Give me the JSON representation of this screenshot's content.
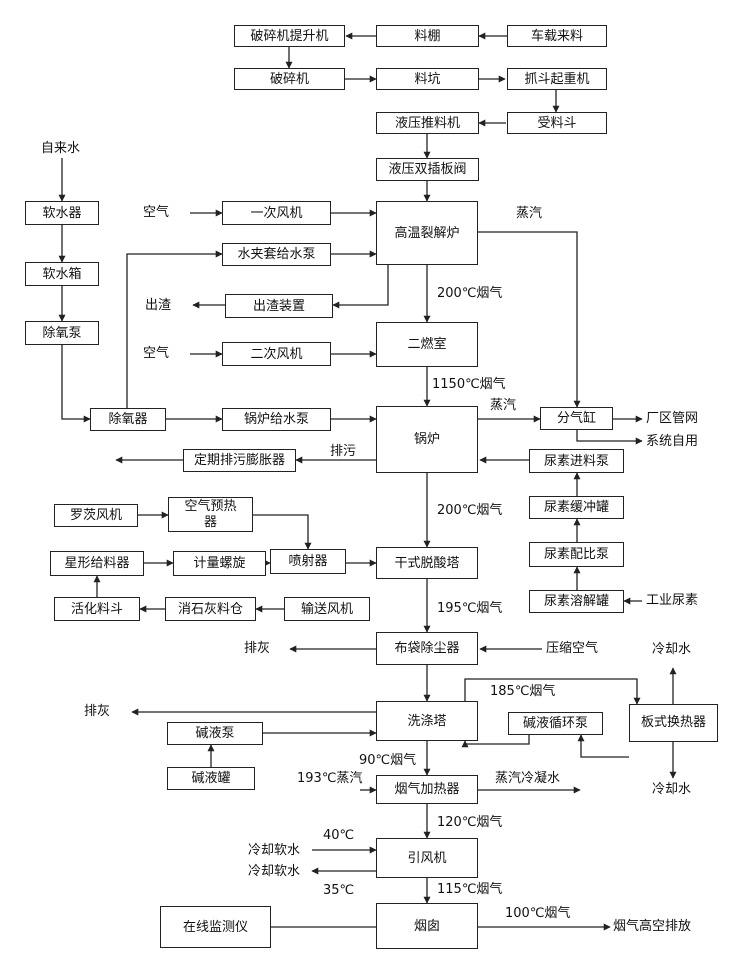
{
  "nodes": {
    "crusher_lift": "破碎机提升机",
    "shed": "料棚",
    "truck": "车载来料",
    "crusher": "破碎机",
    "pit": "料坑",
    "grab_crane": "抓斗起重机",
    "hydraulic_pusher": "液压推料机",
    "hopper": "受料斗",
    "double_gate": "液压双插板阀",
    "softener": "软水器",
    "soft_tank": "软水箱",
    "deaerator_pump": "除氧泵",
    "primary_fan": "一次风机",
    "pyrolysis": "高温裂解炉",
    "jacket_pump": "水夹套给水泵",
    "slag_device": "出渣装置",
    "secondary_chamber": "二燃室",
    "secondary_fan": "二次风机",
    "deaerator": "除氧器",
    "boiler_pump": "锅炉给水泵",
    "boiler": "锅炉",
    "steam_drum": "分气缸",
    "blowdown": "定期排污膨胀器",
    "urea_feed_pump": "尿素进料泵",
    "urea_buffer": "尿素缓冲罐",
    "urea_ratio_pump": "尿素配比泵",
    "urea_dissolve": "尿素溶解罐",
    "roots_fan": "罗茨风机",
    "air_preheater": "空气预热器",
    "star_feeder": "星形给料器",
    "screw": "计量螺旋",
    "ejector": "喷射器",
    "dry_deacid": "干式脱酸塔",
    "activated_bin": "活化料斗",
    "lime_bin": "消石灰料仓",
    "conveying_fan": "输送风机",
    "baghouse": "布袋除尘器",
    "scrubber": "洗涤塔",
    "caustic_circ_pump": "碱液循环泵",
    "plate_hx": "板式换热器",
    "caustic_pump": "碱液泵",
    "caustic_tank": "碱液罐",
    "flue_heater": "烟气加热器",
    "id_fan": "引风机",
    "monitor": "在线监测仪",
    "stack": "烟囱"
  },
  "labels": {
    "tap_water": "自来水",
    "air1": "空气",
    "air2": "空气",
    "slag_out": "出渣",
    "steam_top": "蒸汽",
    "gas_200a": "200℃烟气",
    "gas_1150": "1150℃烟气",
    "steam_boiler": "蒸汽",
    "plant_grid": "厂区管网",
    "self_use": "系统自用",
    "blowdown_label": "排污",
    "gas_200b": "200℃烟气",
    "industrial_urea": "工业尿素",
    "gas_195": "195℃烟气",
    "ash1": "排灰",
    "compressed_air": "压缩空气",
    "gas_185": "185℃烟气",
    "cooling_water_top": "冷却水",
    "ash2": "排灰",
    "cooling_water_bottom": "冷却水",
    "gas_90": "90℃烟气",
    "steam_193": "193℃蒸汽",
    "condensate": "蒸汽冷凝水",
    "gas_120": "120℃烟气",
    "t40": "40℃",
    "soft_cool1": "冷却软水",
    "soft_cool2": "冷却软水",
    "t35": "35℃",
    "gas_115": "115℃烟气",
    "gas_100": "100℃烟气",
    "emission": "烟气高空排放"
  }
}
